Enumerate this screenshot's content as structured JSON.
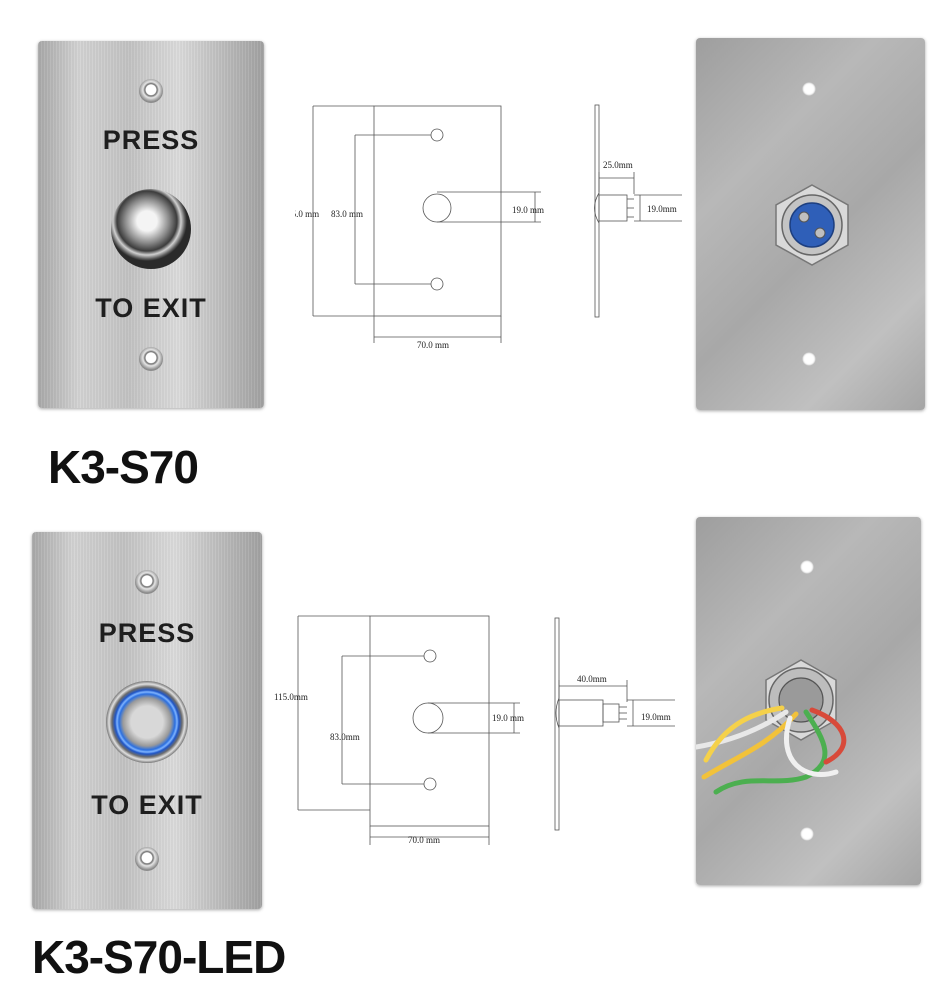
{
  "plate_text": {
    "press": "PRESS",
    "exit": "TO EXIT"
  },
  "models": [
    {
      "name": "K3-S70"
    },
    {
      "name": "K3-S70-LED"
    }
  ],
  "dimensions": {
    "height": "115.0 mm",
    "height_tight": "115.0mm",
    "hole_spacing": "83.0 mm",
    "hole_spacing_tight": "83.0mm",
    "button_dia": "19.0 mm",
    "button_dia_tight": "19.0mm",
    "width": "70.0 mm",
    "depth_std": "25.0mm",
    "depth_led": "40.0mm"
  },
  "colors": {
    "led_ring": "#2b6fe0",
    "back_button": "#2f5fb8"
  }
}
